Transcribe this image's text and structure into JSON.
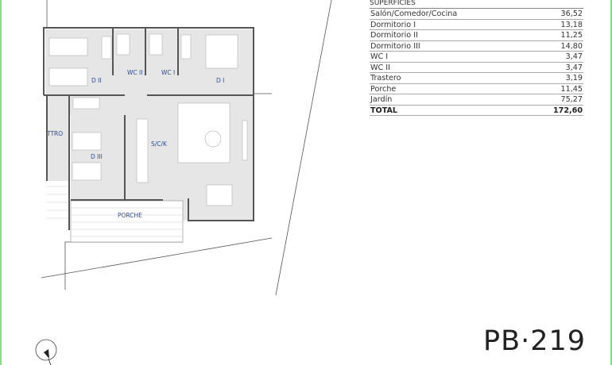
{
  "plan": {
    "rooms": {
      "d2": "D II",
      "wc2": "WC II",
      "wc1": "WC I",
      "d1": "D I",
      "ttro": "TTRO",
      "d3": "D III",
      "sck": "S/C/K",
      "porche": "PORCHE"
    },
    "label_color": "#2a4a9a",
    "floor_color": "#e6e6e6"
  },
  "table": {
    "header": "SUPERFICIES",
    "rows": [
      {
        "name": "Salón/Comedor/Cocina",
        "value": "36,52"
      },
      {
        "name": "Dormitorio I",
        "value": "13,18"
      },
      {
        "name": "Dormitorio II",
        "value": "11,25"
      },
      {
        "name": "Dormitorio III",
        "value": "14,80"
      },
      {
        "name": "WC I",
        "value": "3,47"
      },
      {
        "name": "WC II",
        "value": "3,47"
      },
      {
        "name": "Trastero",
        "value": "3,19"
      },
      {
        "name": "Porche",
        "value": "11,45"
      },
      {
        "name": "Jardín",
        "value": "75,27"
      }
    ],
    "total": {
      "name": "TOTAL",
      "value": "172,60"
    }
  },
  "unit_code": "PB·219",
  "compass": "north-arrow-icon"
}
